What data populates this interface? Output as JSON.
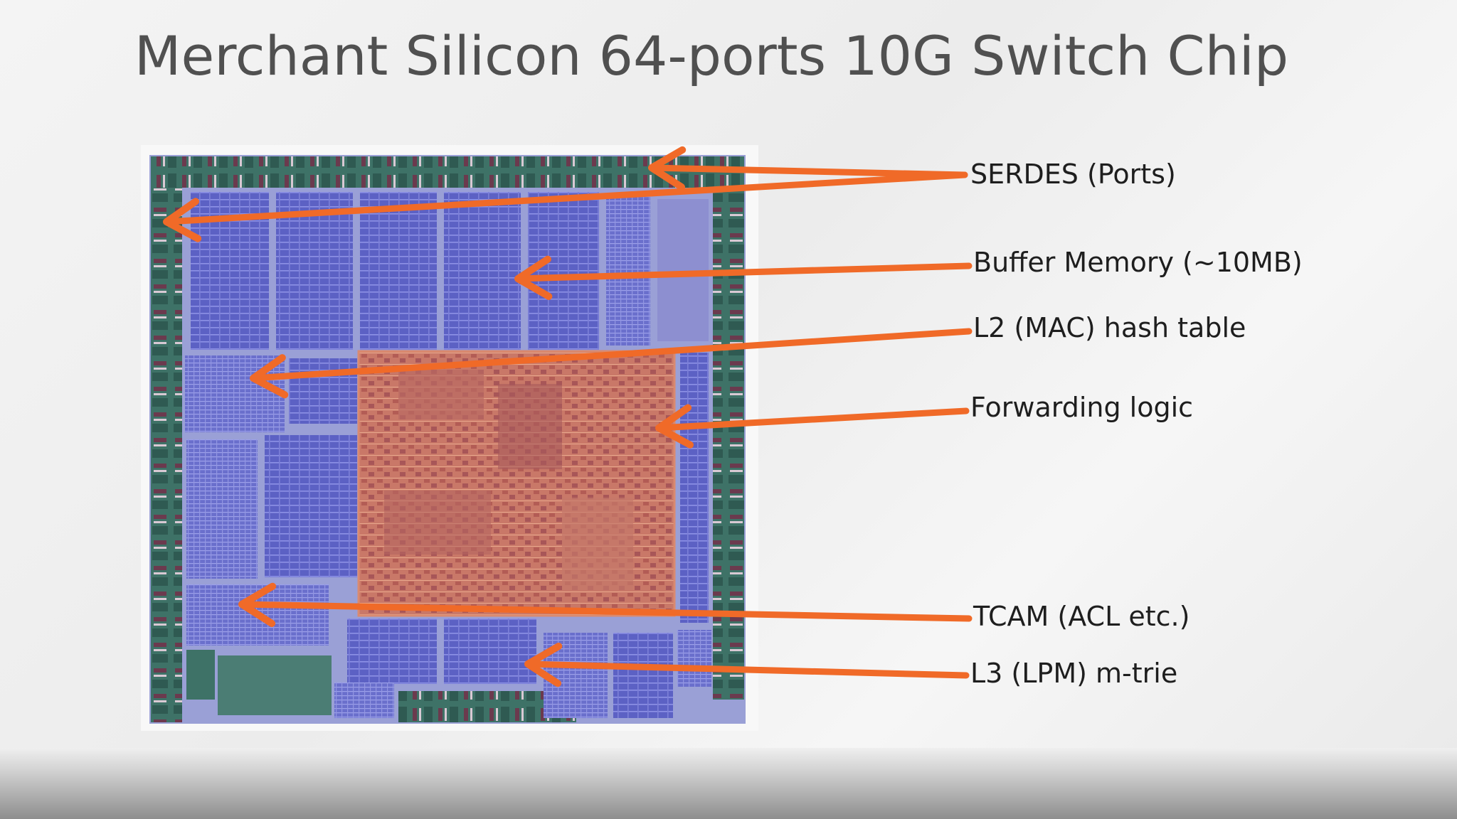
{
  "slide": {
    "title": "Merchant Silicon 64-ports 10G Switch Chip"
  },
  "colors": {
    "arrow": "#f06a28",
    "die_logic": "#c87462",
    "die_memory": "#5d62c6",
    "die_io": "#3f7468"
  },
  "callouts": [
    {
      "id": "serdes",
      "label": "SERDES (Ports)"
    },
    {
      "id": "buffer",
      "label": "Buffer Memory (~10MB)"
    },
    {
      "id": "l2",
      "label": "L2 (MAC) hash table"
    },
    {
      "id": "fwd",
      "label": "Forwarding logic"
    },
    {
      "id": "tcam",
      "label": "TCAM (ACL etc.)"
    },
    {
      "id": "l3",
      "label": "L3 (LPM) m-trie"
    }
  ]
}
